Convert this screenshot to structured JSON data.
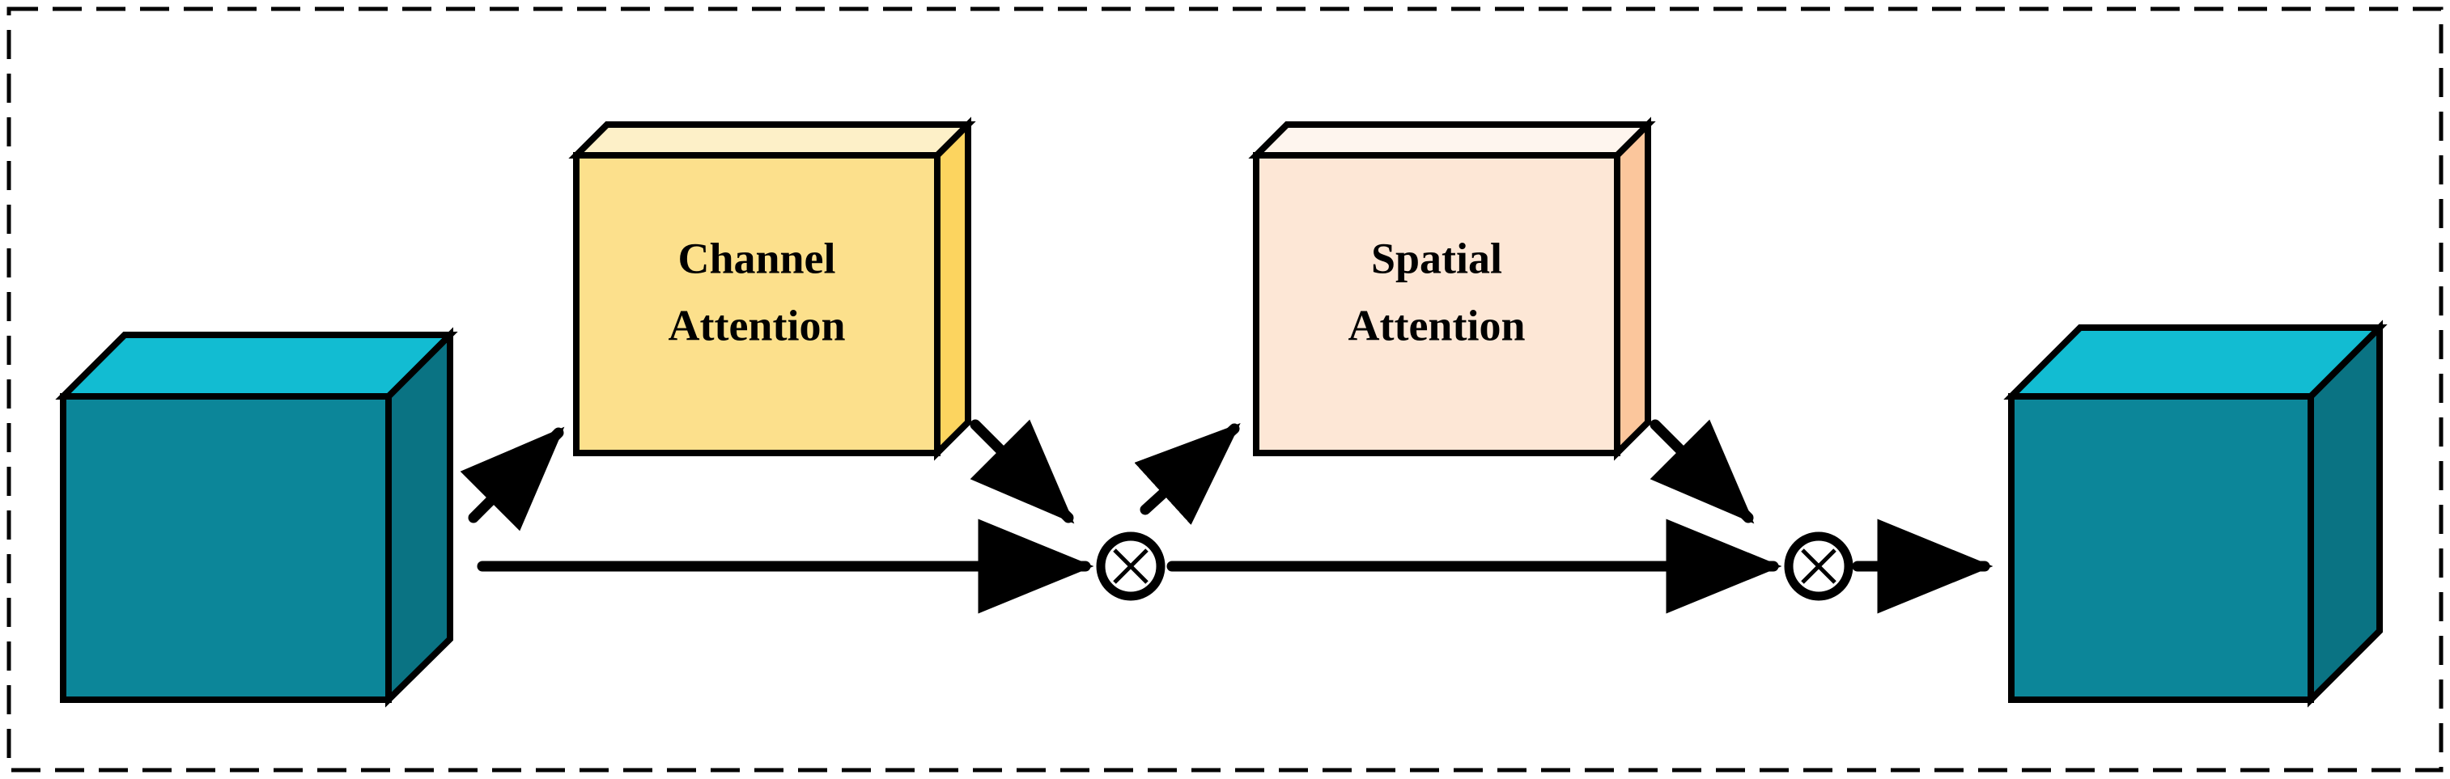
{
  "figure": {
    "name": "attention-module-diagram",
    "type": "block-diagram",
    "description": "CBAM-style sequential attention module: input feature cube passes through Channel Attention and Spatial Attention, each multiplied elementwise, producing refined output feature cube.",
    "background": "#ffffff",
    "border": {
      "style": "dashed",
      "color": "#000000",
      "width": 5,
      "dash": "36 18"
    }
  },
  "colors": {
    "cube_top": "#12BCD2",
    "cube_front": "#0C8699",
    "cube_side": "#0A7383",
    "channel_front": "#FCE08C",
    "channel_top": "#FDF0C8",
    "channel_side": "#FCD45F",
    "spatial_front": "#FDE7D6",
    "spatial_top": "#FEF5EE",
    "spatial_side": "#FBC69C",
    "outline": "#000000",
    "arrow": "#000000",
    "node_fill": "#FFFFFF"
  },
  "nodes": {
    "input_cube": {
      "label": "input-feature-map-cube",
      "kind": "cube"
    },
    "channel_attention": {
      "line1": "Channel",
      "line2": "Attention",
      "kind": "box-3d"
    },
    "spatial_attention": {
      "line1": "Spatial",
      "line2": "Attention",
      "kind": "box-3d"
    },
    "multiply_1": {
      "symbol": "×",
      "label": "elementwise-multiply"
    },
    "multiply_2": {
      "symbol": "×",
      "label": "elementwise-multiply"
    },
    "output_cube": {
      "label": "output-feature-map-cube",
      "kind": "cube"
    }
  },
  "edges": [
    {
      "id": "input-to-channel",
      "from": "input_cube",
      "to": "channel_attention",
      "direction": "up-right"
    },
    {
      "id": "input-to-multiply-1",
      "from": "input_cube",
      "to": "multiply_1",
      "direction": "right"
    },
    {
      "id": "channel-to-multiply-1",
      "from": "channel_attention",
      "to": "multiply_1",
      "direction": "down-right"
    },
    {
      "id": "multiply-1-to-spatial",
      "from": "multiply_1",
      "to": "spatial_attention",
      "direction": "up-right"
    },
    {
      "id": "multiply-1-to-multiply-2",
      "from": "multiply_1",
      "to": "multiply_2",
      "direction": "right"
    },
    {
      "id": "spatial-to-multiply-2",
      "from": "spatial_attention",
      "to": "multiply_2",
      "direction": "down-right"
    },
    {
      "id": "multiply-2-to-output",
      "from": "multiply_2",
      "to": "output_cube",
      "direction": "right"
    }
  ]
}
